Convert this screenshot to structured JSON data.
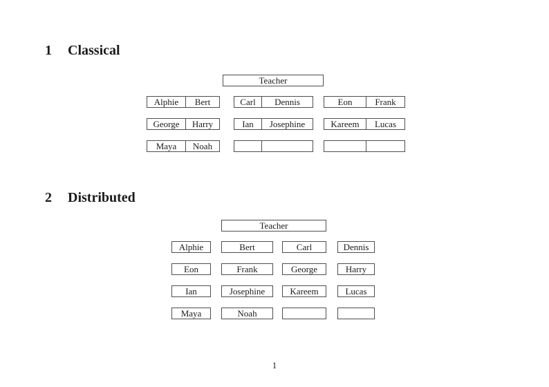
{
  "document": {
    "page_number": "1",
    "colors": {
      "ink": "#1b1b1b",
      "border": "#4d4d4d",
      "background": "#ffffff"
    }
  },
  "sections": [
    {
      "number": "1",
      "title": "Classical"
    },
    {
      "number": "2",
      "title": "Distributed"
    }
  ],
  "classical": {
    "teacher_label": "Teacher",
    "rows": [
      {
        "tables": [
          {
            "cells": [
              "Alphie",
              "Bert"
            ]
          },
          {
            "cells": [
              "Carl",
              "Dennis"
            ]
          },
          {
            "cells": [
              "Eon",
              "Frank"
            ]
          }
        ]
      },
      {
        "tables": [
          {
            "cells": [
              "George",
              "Harry"
            ]
          },
          {
            "cells": [
              "Ian",
              "Josephine"
            ]
          },
          {
            "cells": [
              "Kareem",
              "Lucas"
            ]
          }
        ]
      },
      {
        "tables": [
          {
            "cells": [
              "Maya",
              "Noah"
            ]
          },
          {
            "cells": [
              "",
              ""
            ]
          },
          {
            "cells": [
              "",
              ""
            ]
          }
        ]
      }
    ]
  },
  "distributed": {
    "teacher_label": "Teacher",
    "rows": [
      [
        "Alphie",
        "Bert",
        "Carl",
        "Dennis"
      ],
      [
        "Eon",
        "Frank",
        "George",
        "Harry"
      ],
      [
        "Ian",
        "Josephine",
        "Kareem",
        "Lucas"
      ],
      [
        "Maya",
        "Noah",
        "",
        ""
      ]
    ]
  }
}
